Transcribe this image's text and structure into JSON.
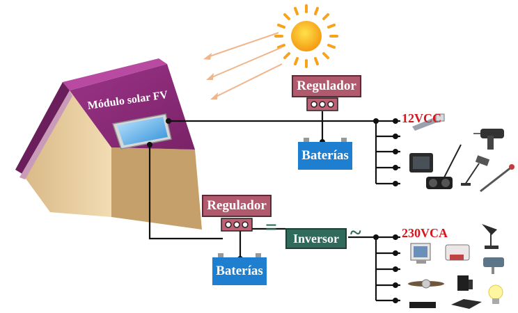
{
  "panel_label": "Módulo solar FV",
  "dc_system": {
    "regulator": "Regulador",
    "battery": "Baterías",
    "voltage": "12VCC",
    "loads": [
      "cell-phone-charger-icon",
      "television-icon",
      "radio-icon",
      "drill-icon",
      "desk-lamp-icon",
      "soldering-iron-icon"
    ]
  },
  "ac_system": {
    "regulator": "Regulador",
    "battery": "Baterías",
    "dc_symbol": "=",
    "inverter": "Inversor",
    "ac_symbol": "~",
    "voltage": "230VCA",
    "loads": [
      "computer-icon",
      "sewing-machine-icon",
      "desk-lamp-icon",
      "jigsaw-icon",
      "ceiling-fan-icon",
      "coffee-maker-icon",
      "dvd-player-icon",
      "printer-icon",
      "light-bulb-icon"
    ]
  },
  "colors": {
    "roof": "#8a2a78",
    "wall": "#e6c89a",
    "regulator": "#b15a6e",
    "battery": "#1e7fd0",
    "inverter": "#2f6a5a",
    "voltage_text": "#d8141c",
    "sun": "#f7a21b"
  }
}
